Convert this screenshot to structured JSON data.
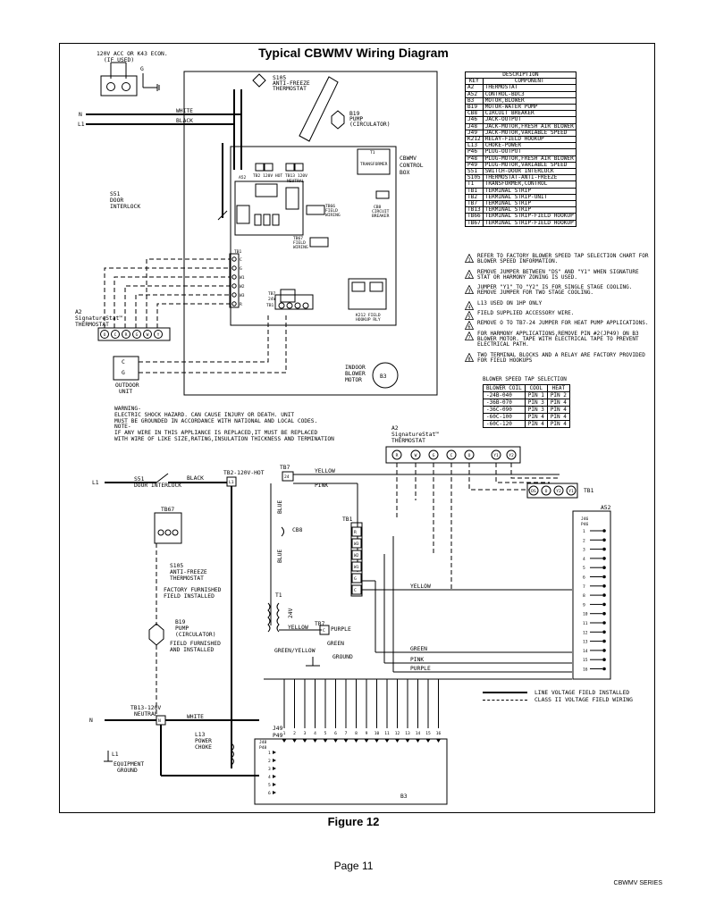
{
  "title": "Typical CBWMV Wiring Diagram",
  "figure_caption": "Figure 12",
  "page_number": "Page 11",
  "series": "CBWMV SERIES",
  "description_table": {
    "heading": "DESCRIPTION",
    "col_key": "KEY",
    "col_component": "COMPONENT",
    "rows": [
      [
        "A2",
        "THERMOSTAT"
      ],
      [
        "A52",
        "CONTROL-BDC3"
      ],
      [
        "B3",
        "MOTOR,BLOWER"
      ],
      [
        "B19",
        "MOTOR-WATER PUMP"
      ],
      [
        "CB8",
        "CIRCUIT BREAKER"
      ],
      [
        "J46",
        "JACK-OUTPUT"
      ],
      [
        "J48",
        "JACK-MOTOR,FRESH AIR BLOWER"
      ],
      [
        "J49",
        "JACK-MOTOR,VARIABLE SPEED"
      ],
      [
        "K212",
        "RELAY-FIELD HOOKUP"
      ],
      [
        "L13",
        "CHOKE-POWER"
      ],
      [
        "P46",
        "PLUG-OUTPUT"
      ],
      [
        "P48",
        "PLUG-MOTOR,FRESH AIR BLOWER"
      ],
      [
        "P49",
        "PLUG-MOTOR,VARIABLE SPEED"
      ],
      [
        "S51",
        "SWITCH-DOOR INTERLOCK"
      ],
      [
        "S105",
        "THERMOSTAT-ANTI-FREEZE"
      ],
      [
        "T1",
        "TRANSFORMER,CONTROL"
      ],
      [
        "TB1",
        "TERMINAL STRIP"
      ],
      [
        "TB2",
        "TERMINAL STRIP-UNIT"
      ],
      [
        "TB7",
        "TERMINAL STRIP"
      ],
      [
        "TB13",
        "TERMINAL STRIP"
      ],
      [
        "TB66",
        "TERMINAL STRIP-FIELD HOOKUP"
      ],
      [
        "TB67",
        "TERMINAL STRIP-FIELD HOOKUP"
      ]
    ]
  },
  "notes": [
    {
      "num": "1",
      "text": "REFER TO FACTORY BLOWER SPEED TAP SELECTION CHART FOR BLOWER SPEED INFORMATION."
    },
    {
      "num": "2",
      "text": "REMOVE JUMPER BETWEEN \"DS\" AND \"Y1\" WHEN SIGNATURE STAT OR HARMONY ZONING IS USED."
    },
    {
      "num": "3",
      "text": "JUMPER \"Y1\" TO \"Y2\" IS FOR SINGLE STAGE COOLING. REMOVE JUMPER FOR TWO STAGE COOLING."
    },
    {
      "num": "4",
      "text": "L13 USED ON 1HP ONLY"
    },
    {
      "num": "5",
      "text": "FIELD SUPPLIED ACCESSORY WIRE."
    },
    {
      "num": "6",
      "text": "REMOVE O TO TB7-24 JUMPER FOR HEAT PUMP APPLICATIONS."
    },
    {
      "num": "7",
      "text": "FOR HARMONY APPLICATIONS,REMOVE PIN #2(JP49) ON B3 BLOWER MOTOR. TAPE WITH ELECTRICAL TAPE TO PREVENT ELECTRICAL PATH."
    },
    {
      "num": "8",
      "text": "TWO TERMINAL BLOCKS AND A RELAY ARE FACTORY PROVIDED FOR FIELD HOOKUPS"
    }
  ],
  "speed_table": {
    "title": "BLOWER SPEED TAP SELECTION",
    "headers": [
      "BLOWER COIL",
      "COOL",
      "HEAT"
    ],
    "rows": [
      [
        "-24B-040",
        "PIN 1",
        "PIN 2"
      ],
      [
        "-36B-070",
        "PIN 3",
        "PIN 4"
      ],
      [
        "-36C-090",
        "PIN 3",
        "PIN 4"
      ],
      [
        "-60C-100",
        "PIN 4",
        "PIN 4"
      ],
      [
        "-60C-120",
        "PIN 4",
        "PIN 4"
      ]
    ]
  },
  "warning": {
    "w1": "WARNING-",
    "w2": "ELECTRIC SHOCK HAZARD. CAN CAUSE INJURY OR DEATH. UNIT",
    "w3": "MUST BE GROUNDED IN ACCORDANCE WITH NATIONAL AND LOCAL CODES.",
    "n1": "NOTE-",
    "n2": "IF ANY WIRE IN THIS APPLIANCE IS REPLACED,IT MUST BE REPLACED",
    "n3": "WITH WIRE OF LIKE SIZE,RATING,INSULATION THICKNESS AND TERMINATION"
  },
  "legend": {
    "line_voltage": "LINE VOLTAGE FIELD INSTALLED",
    "class2": "CLASS II VOLTAGE FIELD WIRING"
  },
  "labels": {
    "acc": "120V ACC OR K43 ECON.",
    "if_used": "(IF USED)",
    "g": "G",
    "n": "N",
    "l1": "L1",
    "white": "WHITE",
    "black": "BLACK",
    "s105a": "S105",
    "s105b": "ANTI-FREEZE",
    "s105c": "THERMOSTAT",
    "b19a": "B19",
    "b19b": "PUMP",
    "b19c": "(CIRCULATOR)",
    "box1": "CBWMV",
    "box2": "CONTROL",
    "box3": "BOX",
    "s51a": "S51",
    "s51b": "DOOR",
    "s51c": "INTERLOCK",
    "a2": "A2",
    "sigstat": "SignatureStat™",
    "thermostat": "THERMOSTAT",
    "outdoor1": "OUTDOOR",
    "outdoor2": "UNIT",
    "indoor1": "INDOOR",
    "indoor2": "BLOWER",
    "indoor3": "MOTOR",
    "b3": "B3",
    "tb2": "TB2 120V HOT",
    "tb13": "TB13 120V",
    "neutral": "NEUTRAL",
    "t1": "T1",
    "transformer": "TRANSFORMER",
    "cb8": "CB8",
    "circuit": "CIRCUIT",
    "breaker": "BREAKER",
    "tb66": "TB66",
    "tb67": "TB67",
    "field": "FIELD",
    "wiring": "WIRING",
    "k212a": "K212 FIELD",
    "k212b": "HOOKUP RLY",
    "tb1": "TB1",
    "a52": "A52",
    "s51_2a": "S51",
    "s51_2b": "DOOR INTERLOCK",
    "tb2_2": "TB2-120V-HOT",
    "tb7": "TB7",
    "yellow": "YELLOW",
    "pink": "PINK",
    "blue": "BLUE",
    "v24": "24V",
    "purple": "PURPLE",
    "green": "GREEN",
    "green_yellow": "GREEN/YELLOW",
    "ground": "GROUND",
    "factory_furnished": "FACTORY FURNISHED",
    "field_installed": "FIELD INSTALLED",
    "field_furnished": "FIELD FURNISHED",
    "and_installed": "AND INSTALLED",
    "tb13_2": "TB13-120V",
    "neutral_2": "NEUTRAL",
    "l13a": "L13",
    "l13b": "POWER",
    "l13c": "CHOKE",
    "equip1": "EQUIPMENT",
    "equip2": "GROUND",
    "j49": "J49",
    "p49": "P49",
    "j48": "J48",
    "p48": "P48",
    "j46": "J46",
    "p46": "P46",
    "tb1_r": "R",
    "tb1_w3": "W3",
    "tb1_w2": "W2",
    "tb1_w1": "W1",
    "tb1_g": "G",
    "tb1_c": "C",
    "tb7_24": "24",
    "tb7_c": "C",
    "tb2_l1": "L1",
    "tb13_n": "N"
  },
  "tstat_terminals": [
    "O",
    "C",
    "R",
    "G",
    "W",
    "Y"
  ],
  "sig_terminals": [
    "R",
    "W",
    "G",
    "C",
    "O",
    "Y1",
    "Y2"
  ],
  "tb1_right": [
    "DS",
    "O",
    "Y2",
    "Y1"
  ],
  "left_tb1": [
    "C",
    "G",
    "W1",
    "W2",
    "W3",
    "R"
  ],
  "j49_pins": [
    "1",
    "2",
    "3",
    "4",
    "5",
    "6",
    "7",
    "8",
    "9",
    "10",
    "11",
    "12",
    "13",
    "14",
    "15",
    "16"
  ],
  "a52_pins": [
    "1",
    "2",
    "3",
    "4",
    "5",
    "6",
    "7",
    "8",
    "9",
    "10",
    "11",
    "12",
    "13",
    "14",
    "15",
    "16"
  ],
  "j48_pins": [
    "1",
    "2",
    "3",
    "4",
    "5",
    "6"
  ]
}
